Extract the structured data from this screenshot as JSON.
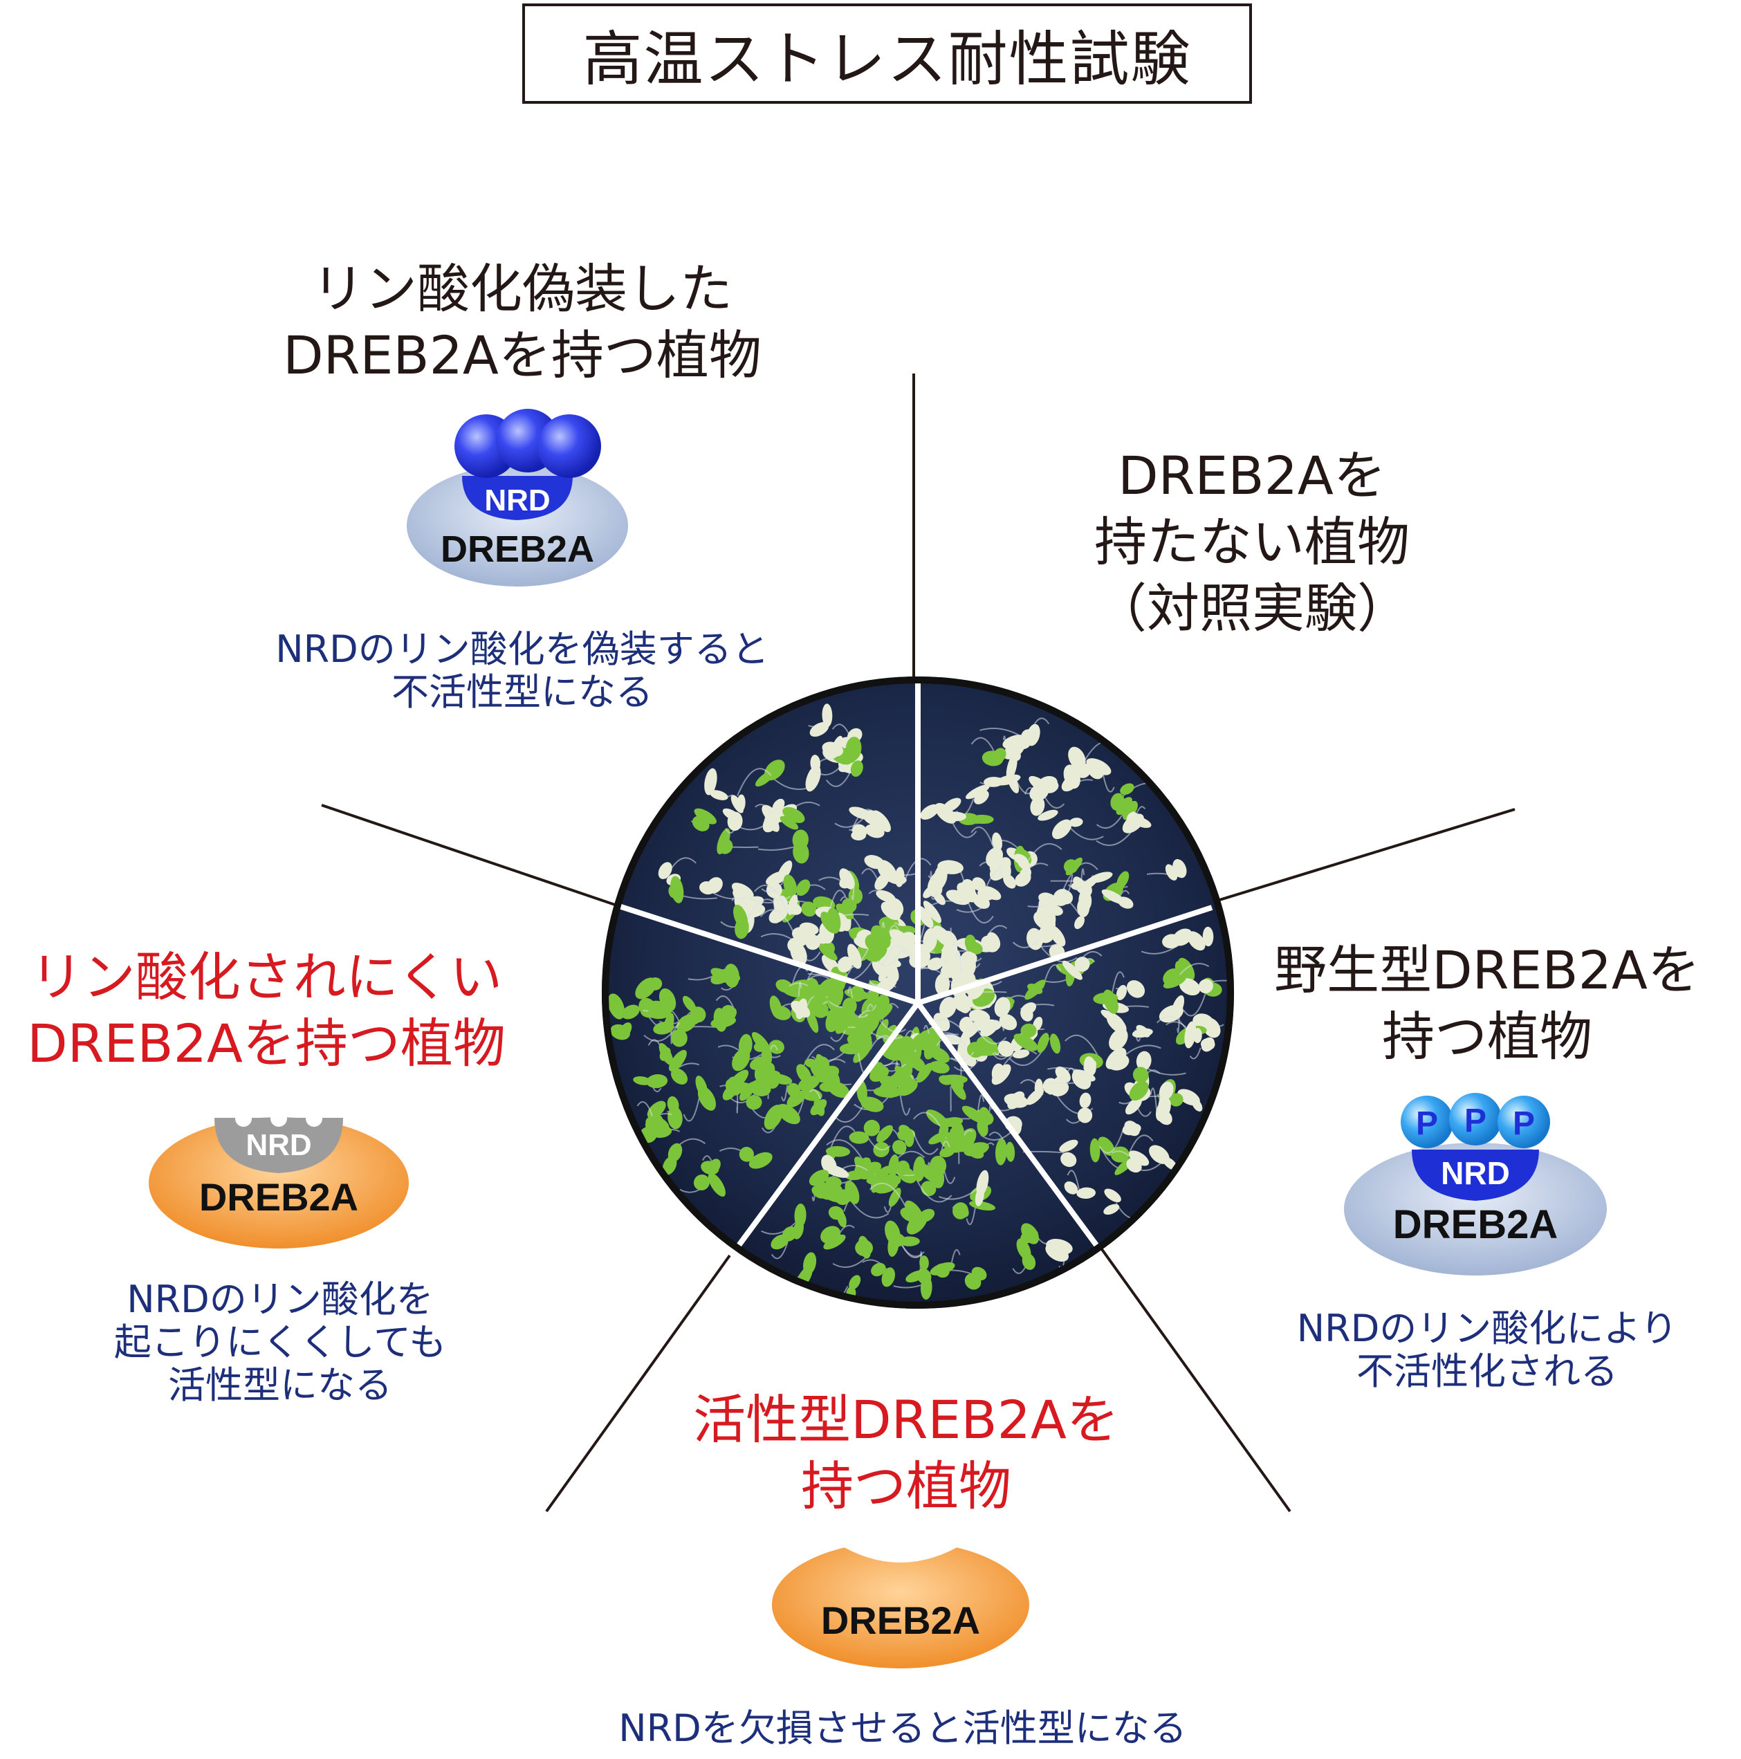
{
  "title": "高温ストレス耐性試験",
  "conditions": {
    "top_left": {
      "lines": [
        "リン酸化偽装した",
        "DREB2Aを持つ植物"
      ]
    },
    "top_right": {
      "lines": [
        "DREB2Aを",
        "持たない植物",
        "（対照実験）"
      ]
    },
    "right": {
      "lines": [
        "野生型DREB2Aを",
        "持つ植物"
      ]
    },
    "bottom": {
      "lines": [
        "活性型DREB2Aを",
        "持つ植物"
      ]
    },
    "left": {
      "lines": [
        "リン酸化されにくい",
        "DREB2Aを持つ植物"
      ]
    }
  },
  "notes": {
    "top_left": [
      "NRDのリン酸化を偽装すると",
      "不活性型になる"
    ],
    "right": [
      "NRDのリン酸化により",
      "不活性化される"
    ],
    "bottom": [
      "NRDを欠損させると活性型になる"
    ],
    "left": [
      "NRDのリン酸化を",
      "起こりにくくしても",
      "活性型になる"
    ]
  },
  "proteins": {
    "top_left": {
      "domain": "NRD",
      "body": "DREB2A"
    },
    "right": {
      "domain": "NRD",
      "body": "DREB2A",
      "phospho": [
        "P",
        "P",
        "P"
      ]
    },
    "bottom": {
      "body": "DREB2A"
    },
    "left": {
      "domain": "NRD",
      "body": "DREB2A"
    }
  },
  "colors": {
    "text_dark": "#231815",
    "text_red": "#d71920",
    "note_blue": "#1d2f7a",
    "inactive_body": "#aebfdc",
    "active_body": "#f39a3c",
    "nrd_blue": "#1f2fd6",
    "nrd_gray": "#9c9c9c",
    "plate_bg": "#1c2a4c",
    "seedling_green": "#7cc43a",
    "seedling_white": "#e8ecd6"
  }
}
